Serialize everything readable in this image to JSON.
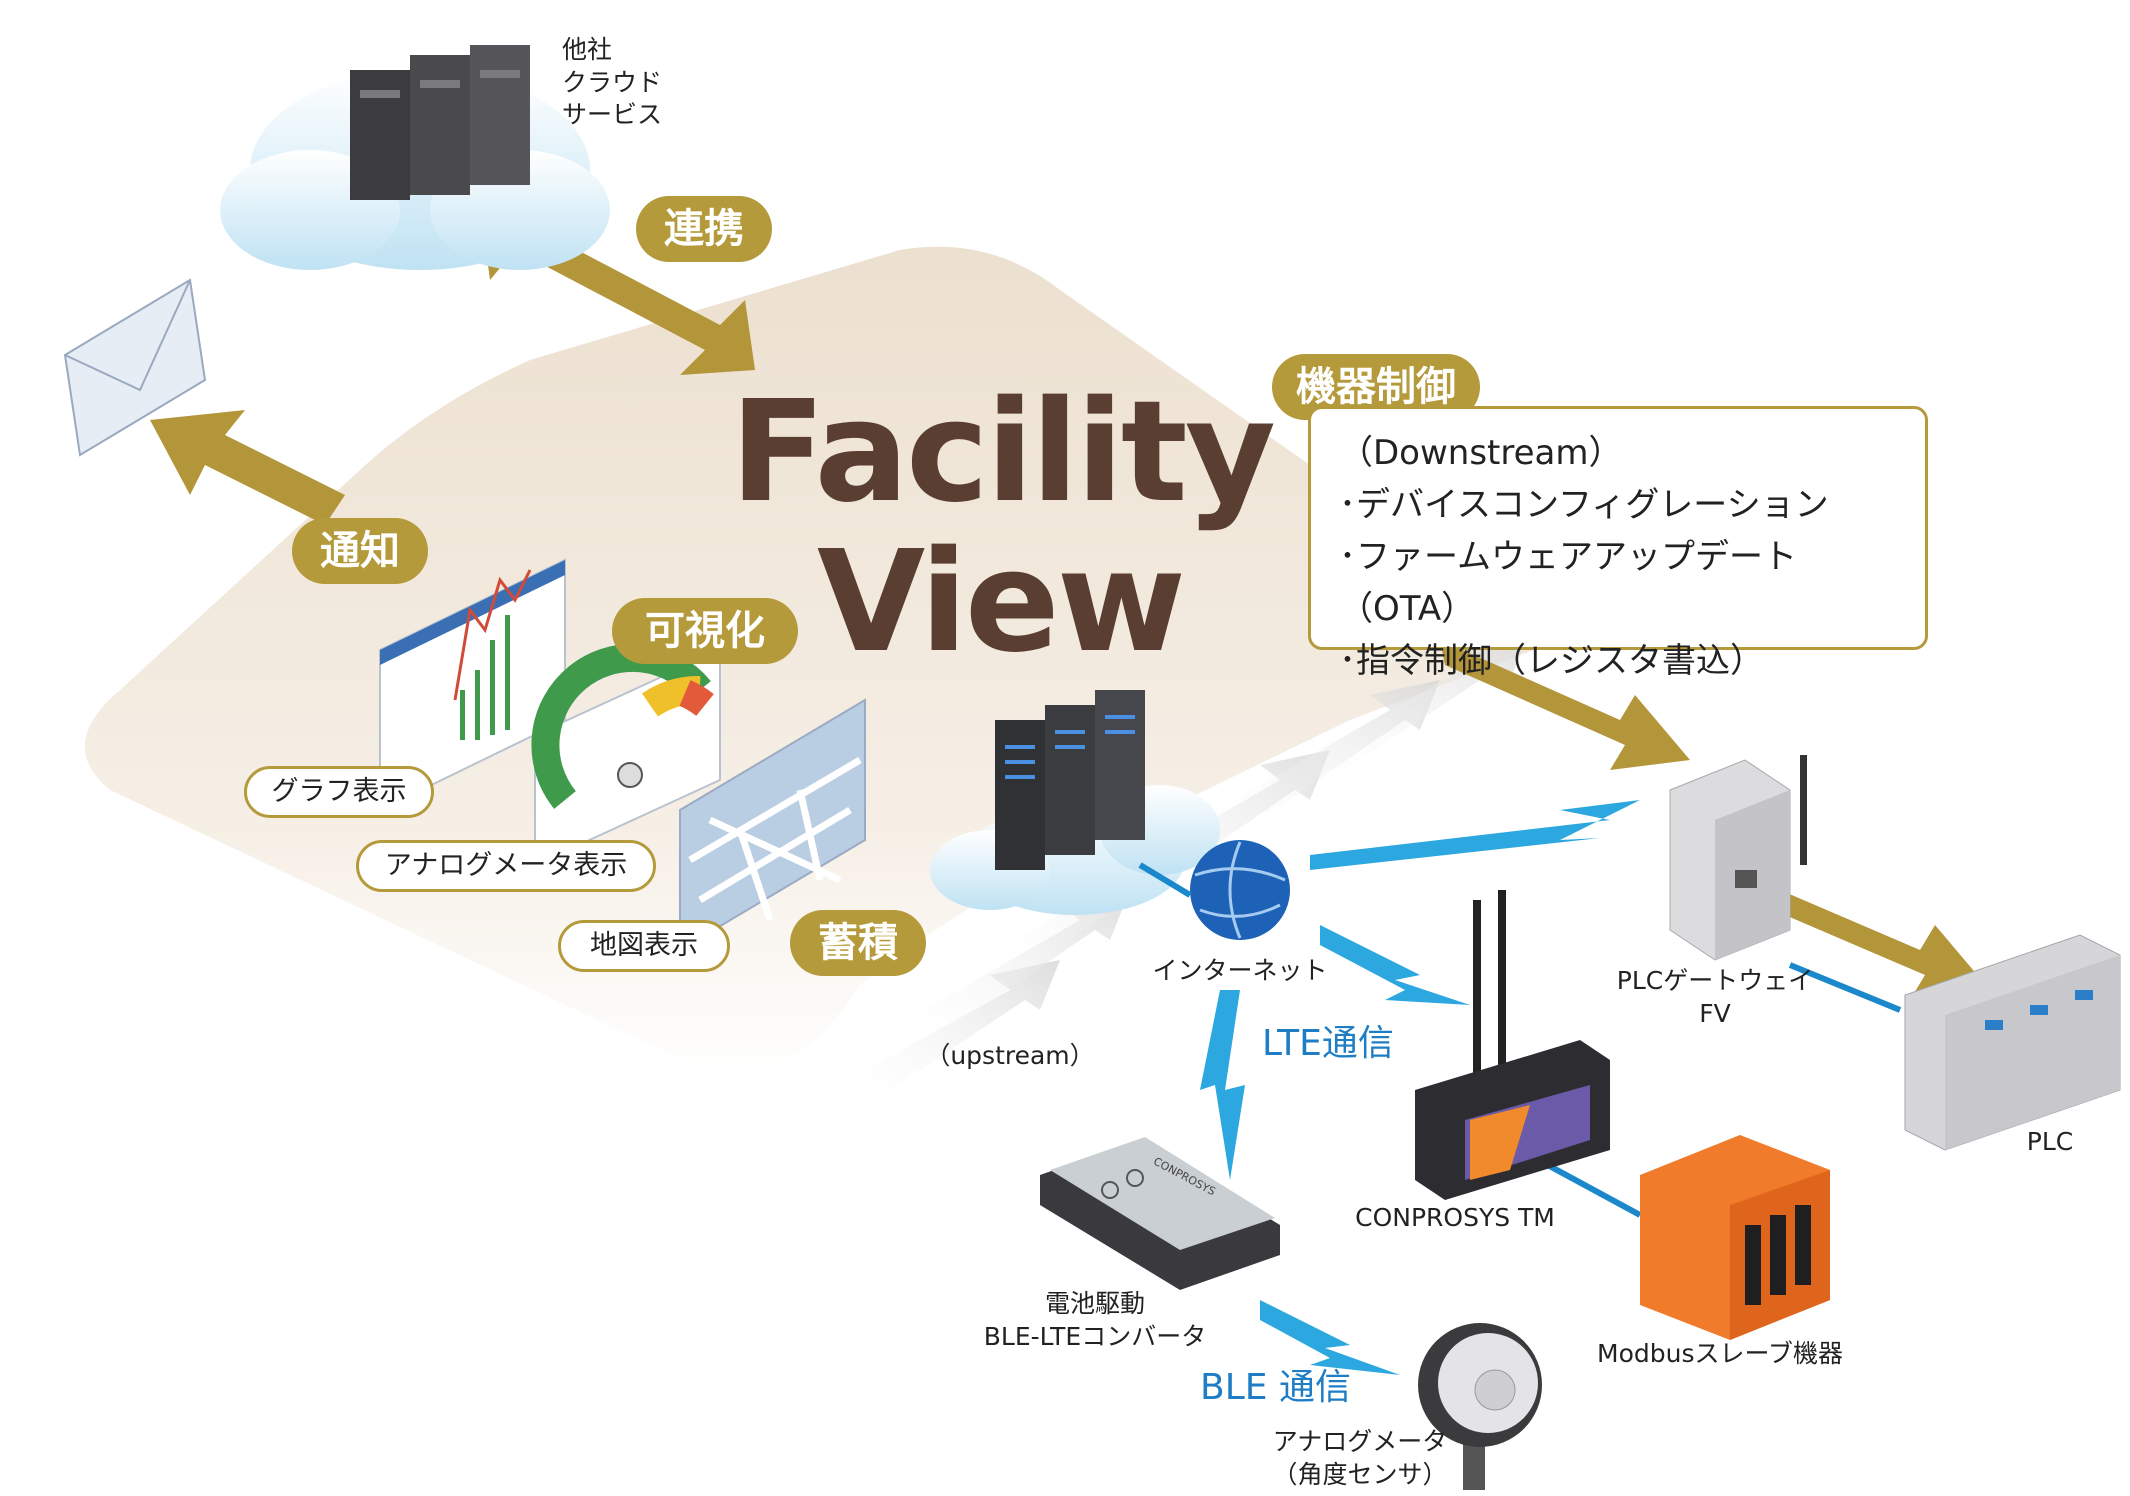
{
  "title": {
    "line1": "Facility",
    "line2": "View"
  },
  "tags": {
    "renkei": "連携",
    "tsuchi": "通知",
    "kashika": "可視化",
    "chikuseki": "蓄積",
    "kikiseigyo": "機器制御"
  },
  "views": {
    "graph": "グラフ表示",
    "analog": "アナログメータ表示",
    "map": "地図表示"
  },
  "downstream": {
    "heading": "（Downstream）",
    "items": [
      "･デバイスコンフィグレーション",
      "･ファームウェアアップデート（OTA）",
      "･指令制御（レジスタ書込）"
    ]
  },
  "labels": {
    "cloud": [
      "他社",
      "クラウド",
      "サービス"
    ],
    "internet": "インターネット",
    "upstream": "（upstream）",
    "plc_gateway": [
      "PLCゲートウェイ",
      "FV"
    ],
    "plc": "PLC",
    "conprosys": "CONPROSYS TM",
    "converter": [
      "電池駆動",
      "BLE-LTEコンバータ"
    ],
    "modbus": "Modbusスレーブ機器",
    "meter": [
      "アナログメータ",
      "（角度センサ）"
    ],
    "device_brand": "CONPROSYS"
  },
  "comm": {
    "lte": "LTE通信",
    "ble": "BLE 通信"
  },
  "colors": {
    "gold": "#b49a3a",
    "title": "#5a3e31",
    "blue": "#1e7dc4",
    "platform": "#f1e6d8"
  }
}
